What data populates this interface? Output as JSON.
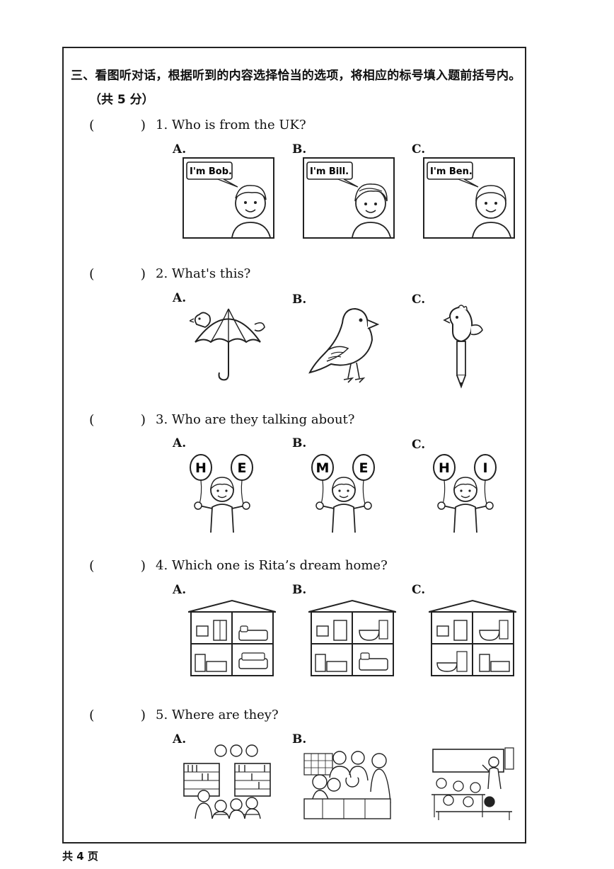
{
  "section": {
    "title": "三、看图听对话，根据听到的内容选择恰当的选项，将相应的标号填入题前括号内。",
    "score": "（共 5 分）"
  },
  "paren_open": "(",
  "paren_close": ")",
  "questions": [
    {
      "text": "1. Who is from the UK?",
      "options": [
        "A.",
        "B.",
        "C."
      ],
      "speech": [
        "I'm Bob.",
        "I'm Bill.",
        "I'm Ben."
      ]
    },
    {
      "text": "2. What's this?",
      "options": [
        "A.",
        "B.",
        "C."
      ]
    },
    {
      "text": "3. Who are they talking about?",
      "options": [
        "A.",
        "B.",
        "C."
      ],
      "balloons": [
        [
          "H",
          "E"
        ],
        [
          "M",
          "E"
        ],
        [
          "H",
          "I"
        ]
      ]
    },
    {
      "text": "4. Which one is Rita’s dream home?",
      "options": [
        "A.",
        "B.",
        "C."
      ]
    },
    {
      "text": "5. Where are they?",
      "options": [
        "A.",
        "B."
      ]
    }
  ],
  "footer": "共 4 页"
}
